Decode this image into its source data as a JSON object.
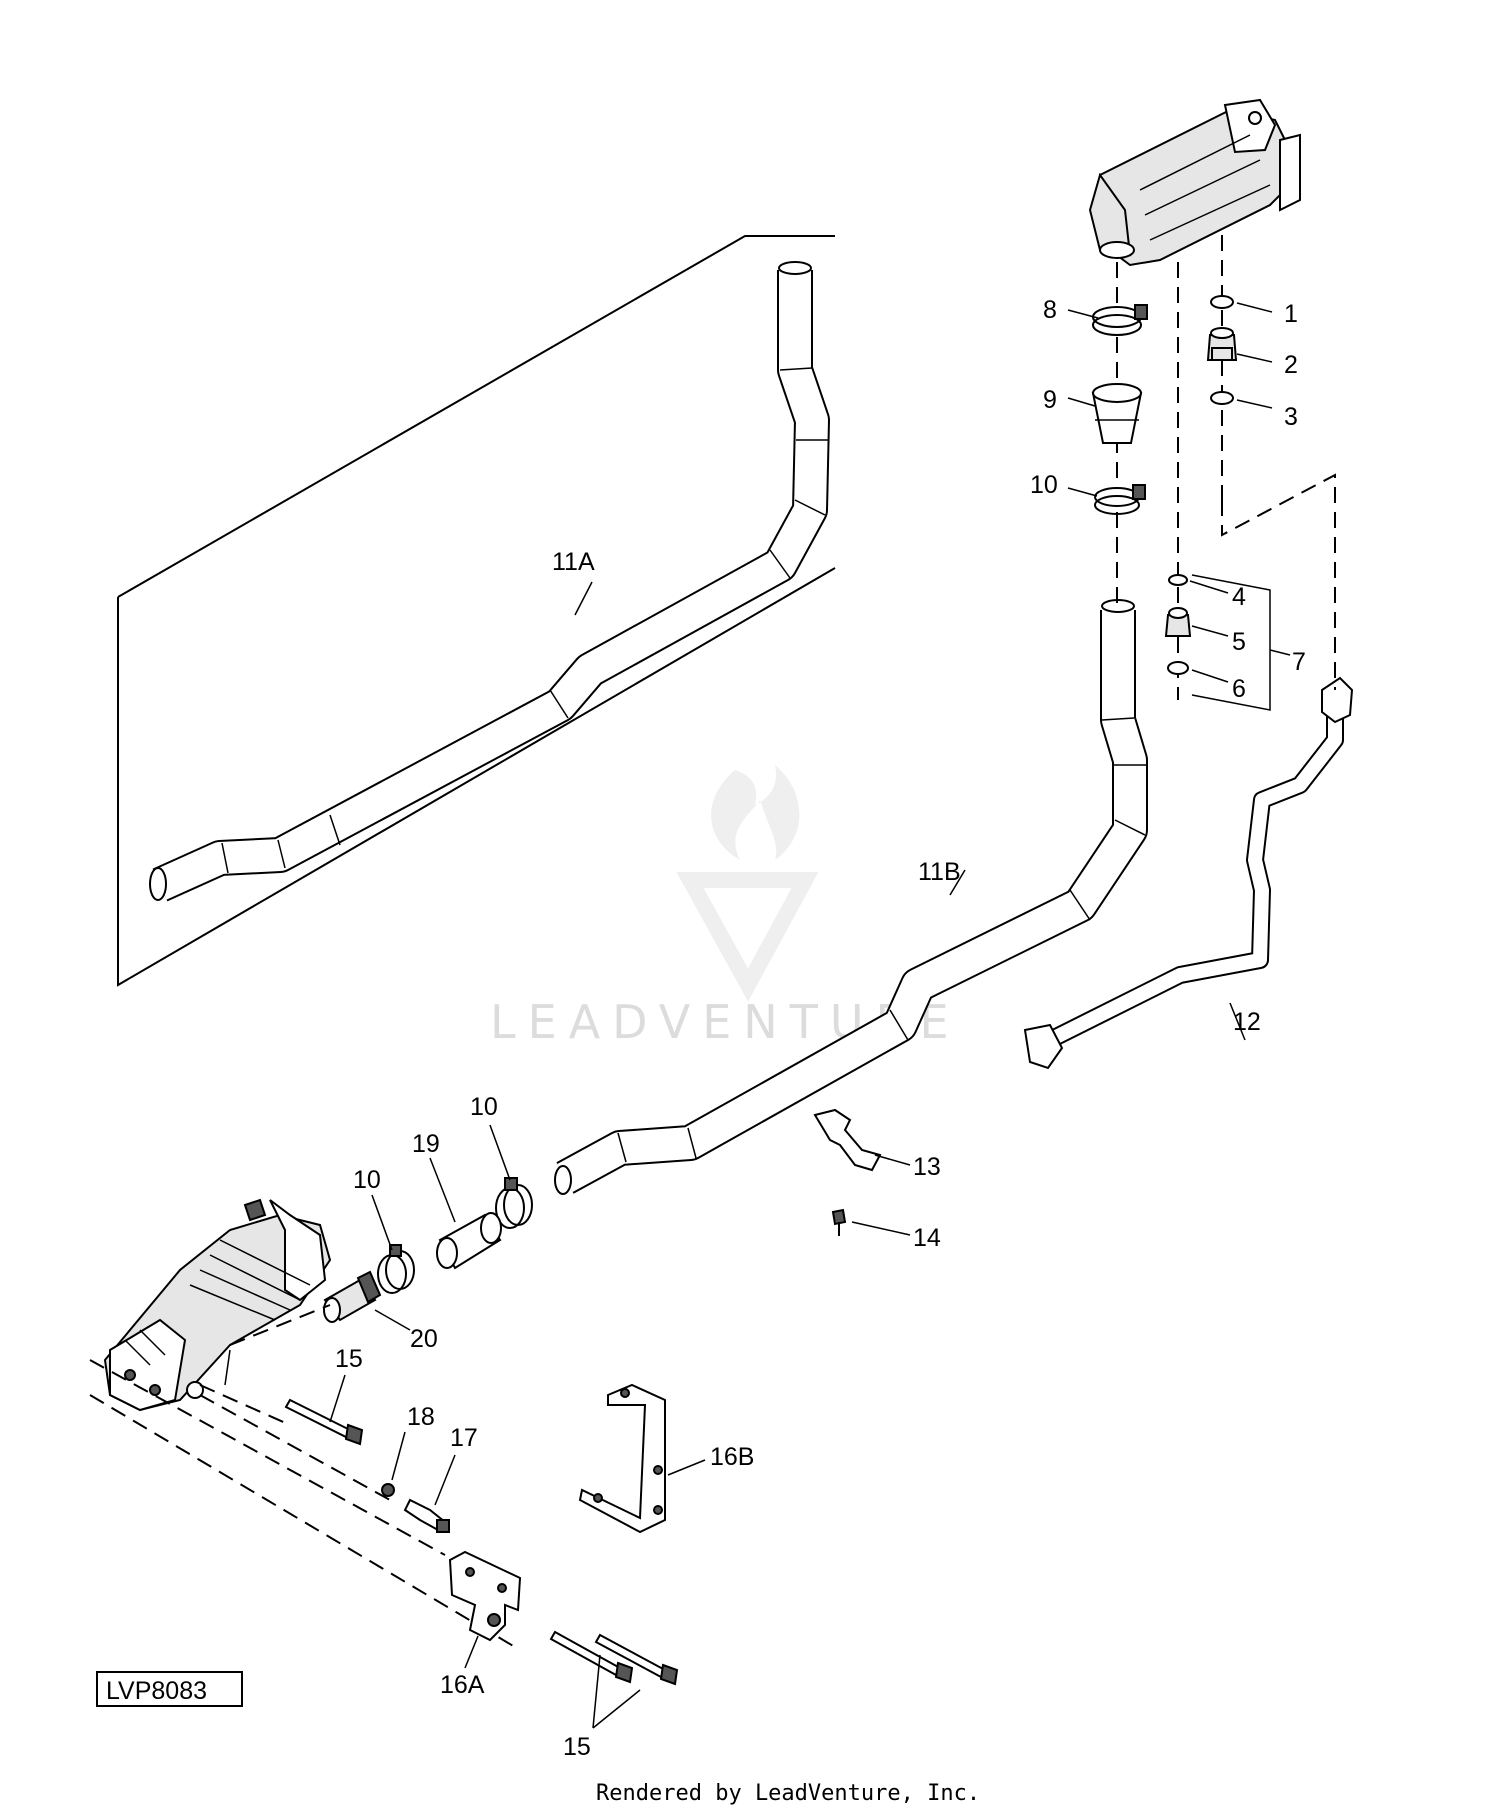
{
  "figure_id": "LVP8083",
  "footer": "Rendered by LeadVenture, Inc.",
  "watermark": "LEADVENTURE",
  "callouts": {
    "p1": "1",
    "p2": "2",
    "p3": "3",
    "p4": "4",
    "p5": "5",
    "p6": "6",
    "p7": "7",
    "p8": "8",
    "p9": "9",
    "p10": "10",
    "p11a": "11A",
    "p11b": "11B",
    "p12": "12",
    "p13": "13",
    "p14": "14",
    "p15": "15",
    "p16a": "16A",
    "p16b": "16B",
    "p17": "17",
    "p18": "18",
    "p19": "19",
    "p20": "20"
  }
}
